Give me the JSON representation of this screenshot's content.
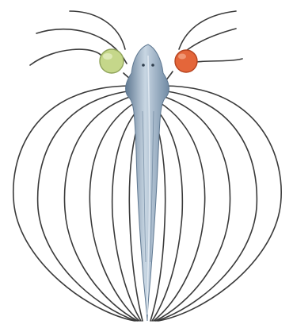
{
  "figure": {
    "subject": "fish-with-electric-field-lines",
    "colors": {
      "background": "#ffffff",
      "field_line": "#3a3a3a",
      "fish_body": "#8fa6bd",
      "fish_light": "#c8d6e3",
      "fish_dark": "#5f7891",
      "left_object": "#c5d78a",
      "left_object_edge": "#8fa35a",
      "right_object": "#e4663a",
      "right_object_edge": "#b5431f"
    },
    "elements": [
      {
        "name": "fish",
        "icon": "fish-icon"
      },
      {
        "name": "left-object",
        "icon": "sphere-icon"
      },
      {
        "name": "right-object",
        "icon": "sphere-icon"
      },
      {
        "name": "field-lines",
        "icon": "field-line-icon",
        "count": 22
      }
    ]
  }
}
